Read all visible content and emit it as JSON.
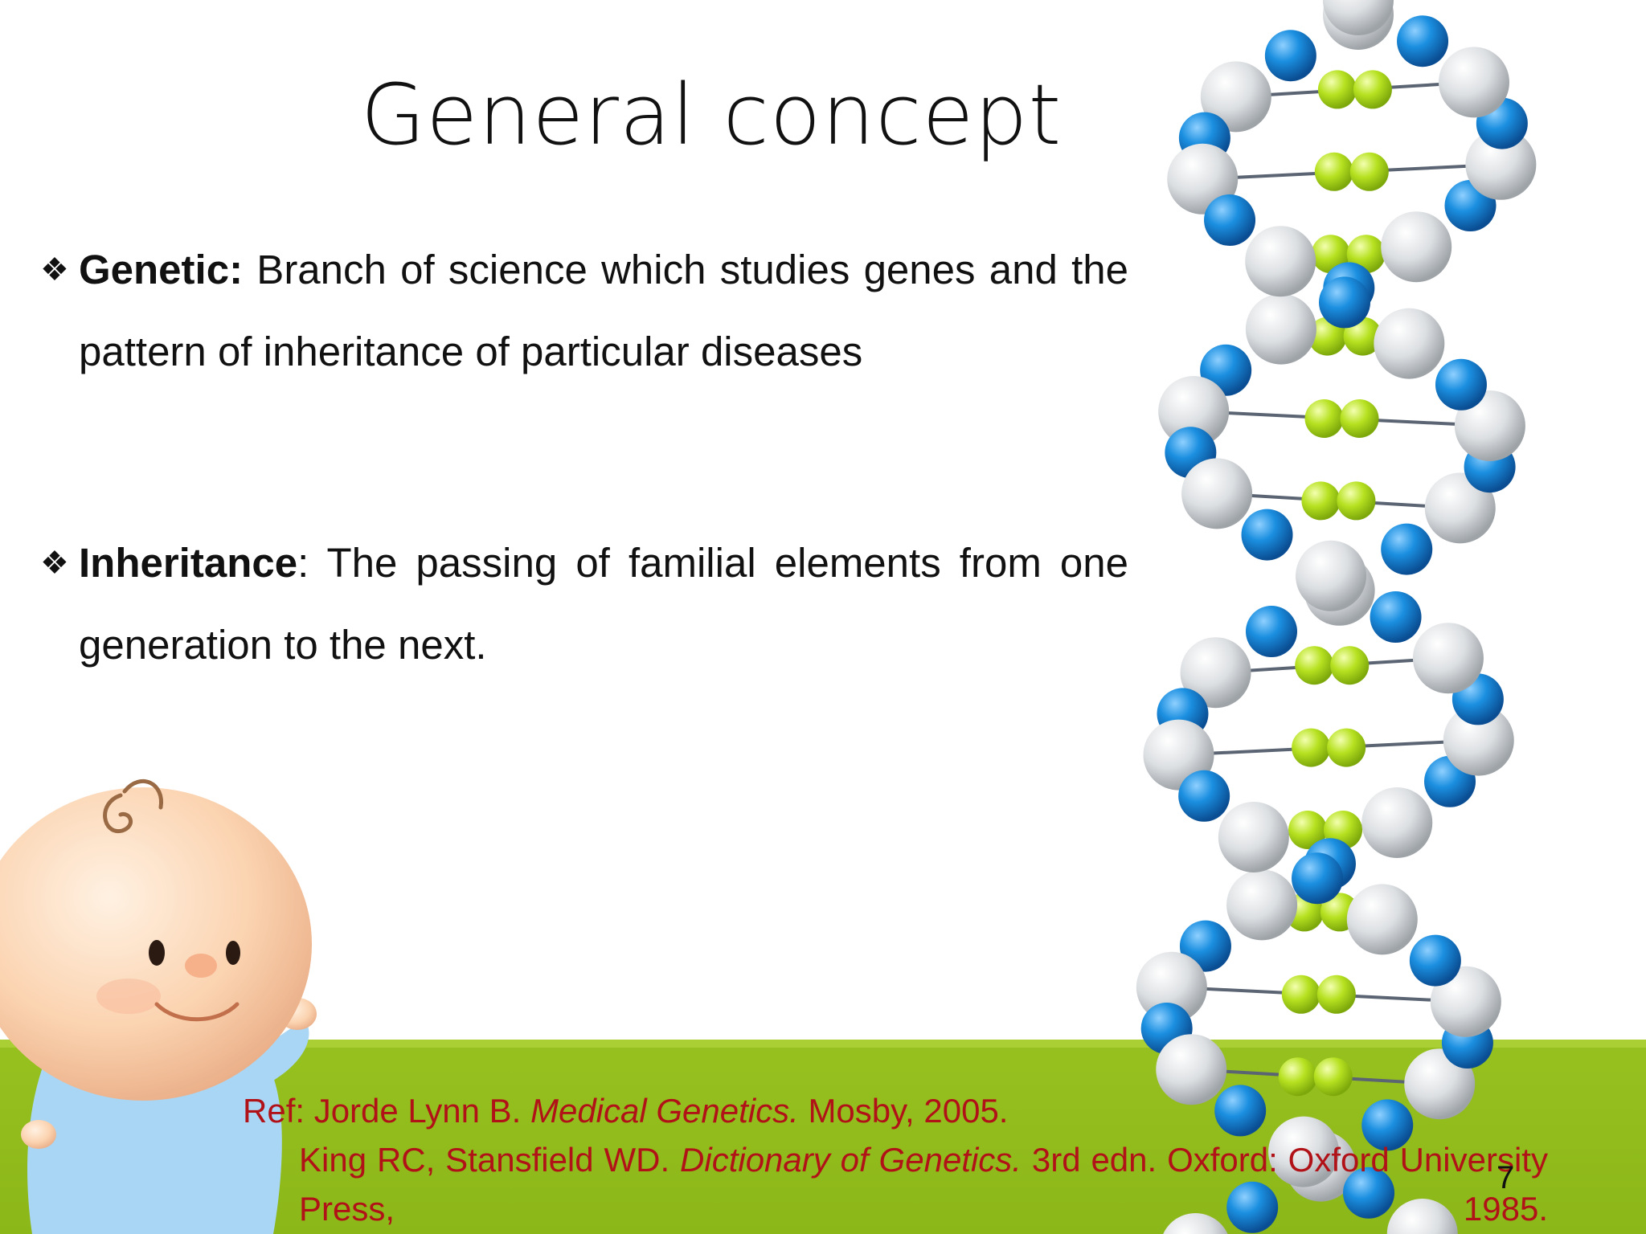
{
  "slide": {
    "title": "General concept",
    "bullets": [
      {
        "marker": "❖",
        "term": "Genetic:",
        "text": " Branch of science which studies genes and the pattern of inheritance of particular diseases"
      },
      {
        "marker": "❖",
        "term": "Inheritance",
        "text": ": The passing of familial elements from one generation to the next."
      }
    ],
    "reference": {
      "r1_prefix": "Ref: Jorde Lynn B. ",
      "r1_title": "Medical Genetics.",
      "r1_suffix": " Mosby, 2005.",
      "r2_prefix": "King RC, Stansfield WD. ",
      "r2_title": "Dictionary of Genetics.",
      "r2_suffix": " 3rd edn. Oxford: Oxford University Press, 1985."
    },
    "page_number": "7"
  },
  "colors": {
    "green_band": "#97c11f",
    "reference_text": "#b01218",
    "dna_blue": "#1a8ddc",
    "dna_white": "#e4e6e8",
    "dna_green": "#b5e01e"
  },
  "icons": [
    "dna-helix-illustration",
    "baby-illustration"
  ]
}
